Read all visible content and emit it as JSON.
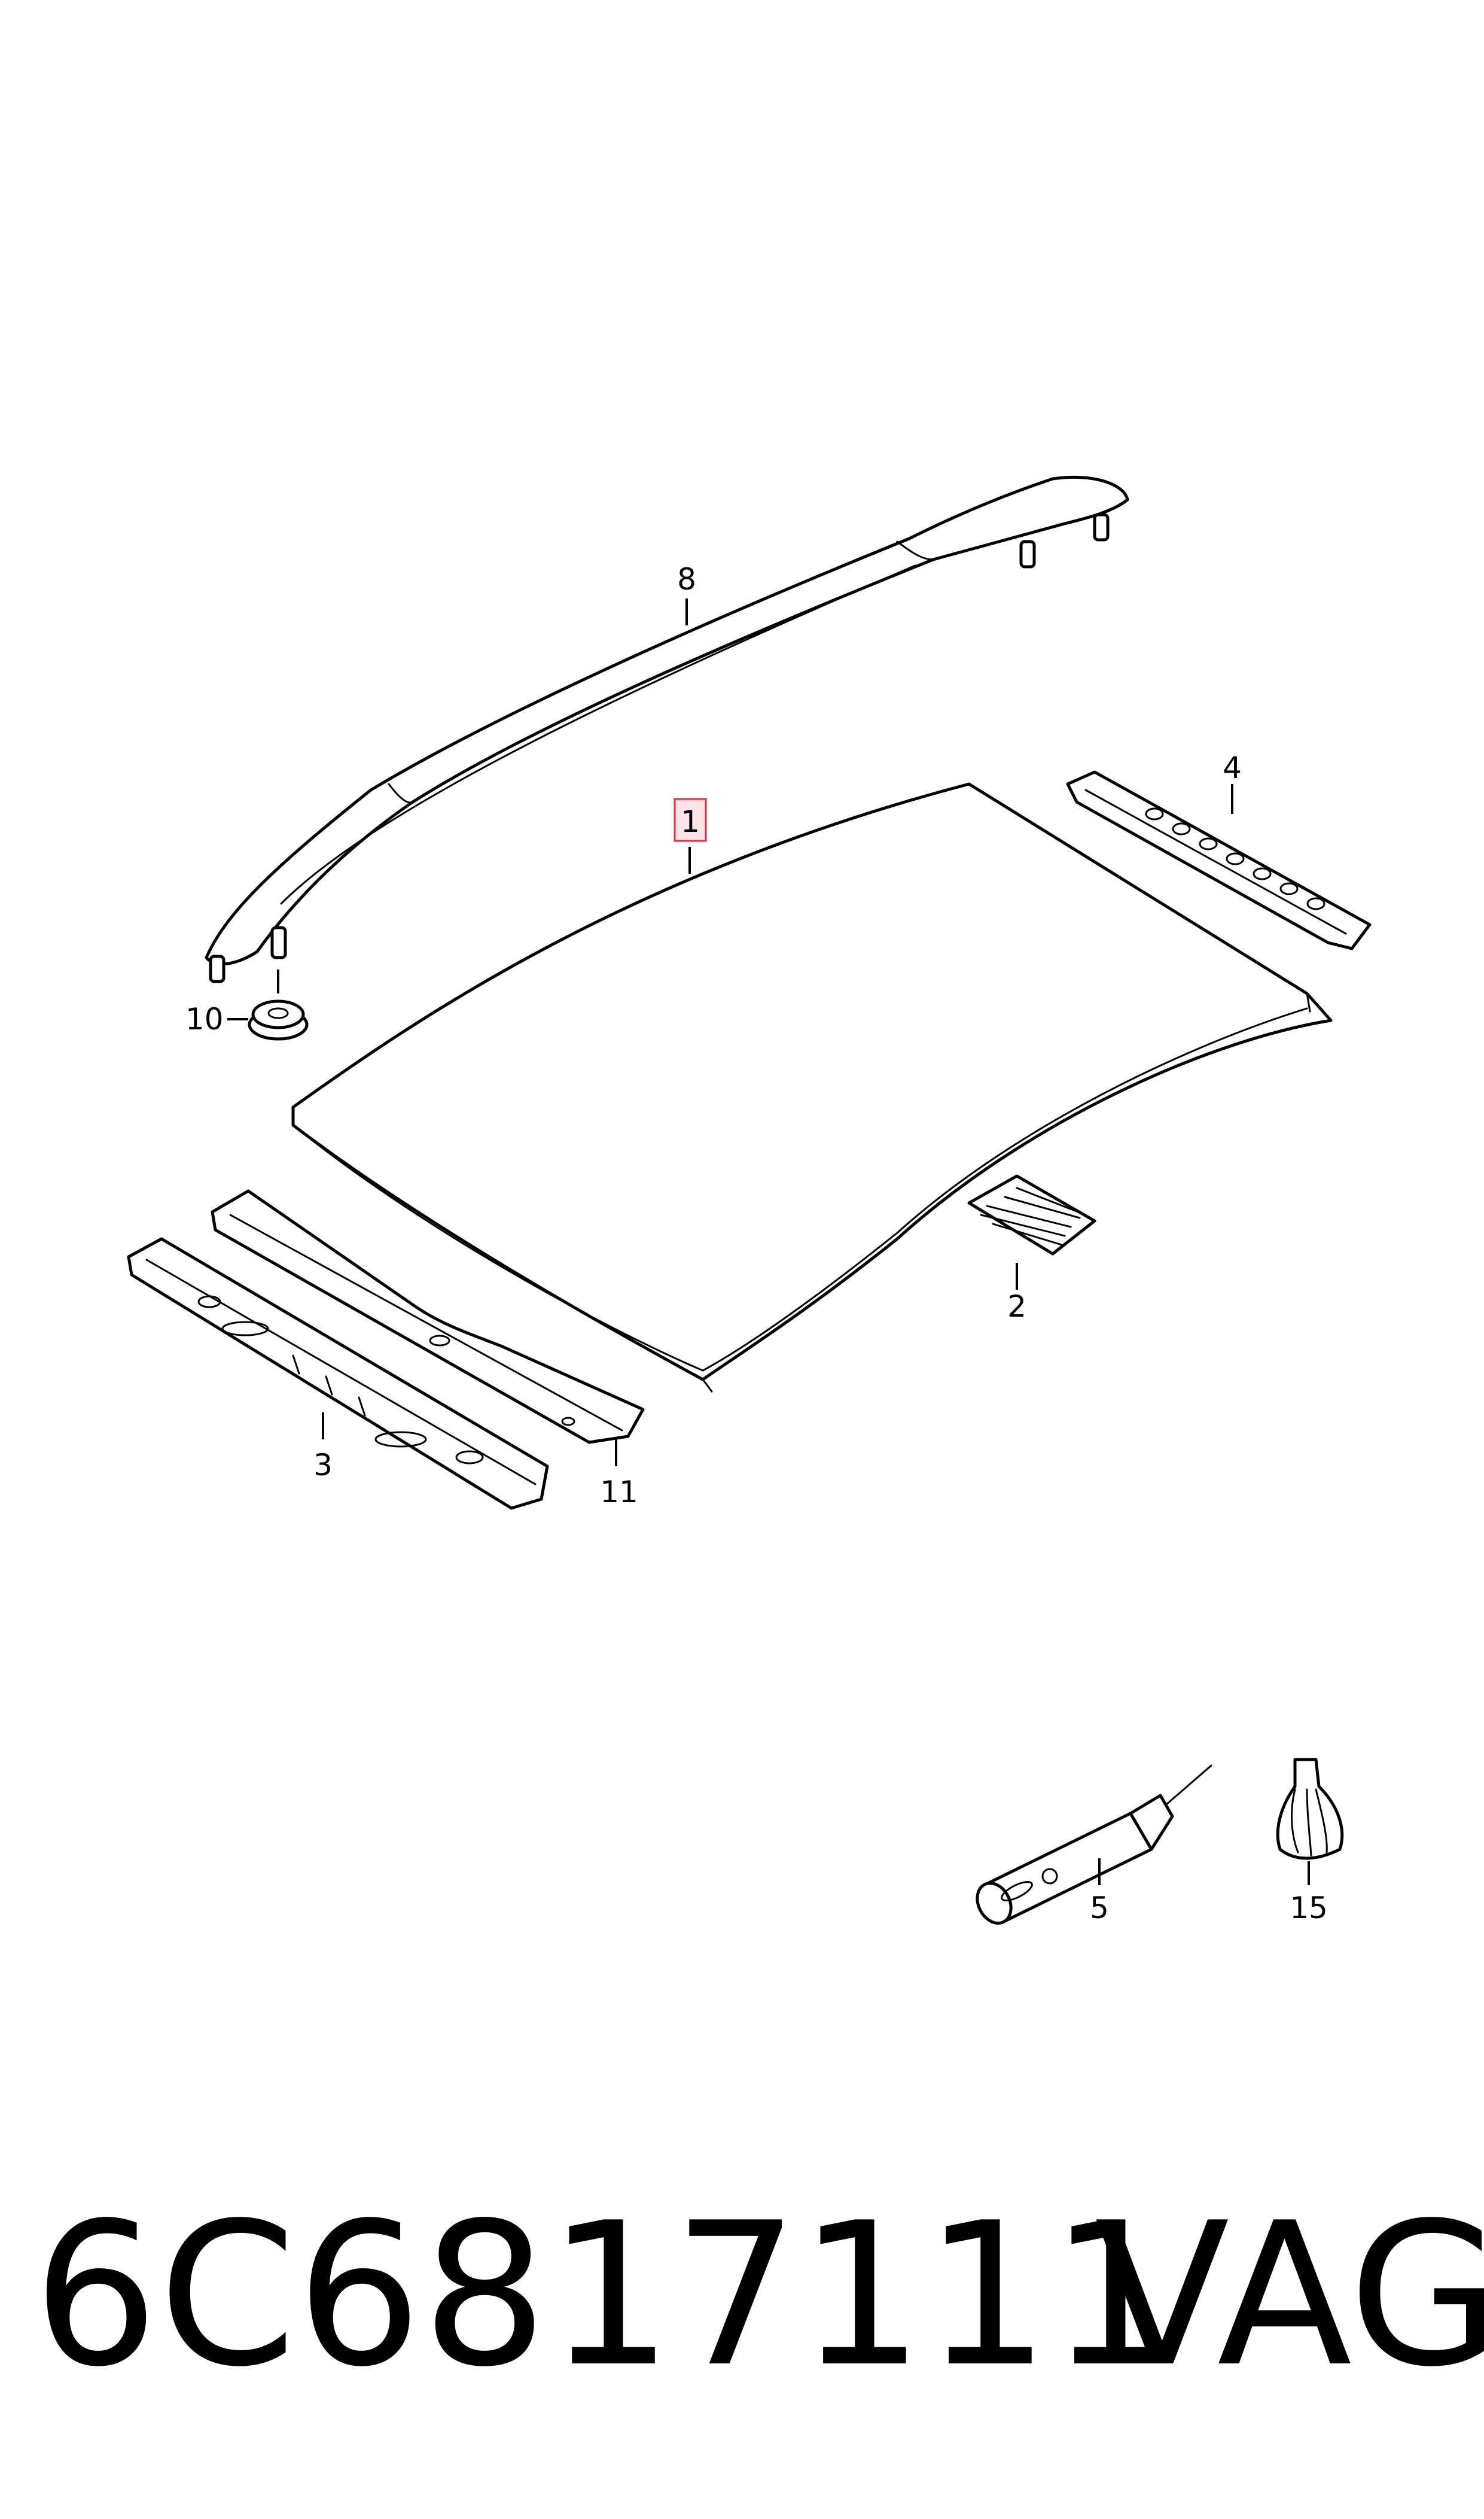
{
  "diagram": {
    "callouts": {
      "c1": "1",
      "c2": "2",
      "c3": "3",
      "c4": "4",
      "c5": "5",
      "c8": "8",
      "c10": "10",
      "c11": "11",
      "c15": "15"
    },
    "highlighted_callout": "1",
    "highlight_color": "#e0303f"
  },
  "footer": {
    "part_number": "6C6817111",
    "brand": "VAG"
  }
}
